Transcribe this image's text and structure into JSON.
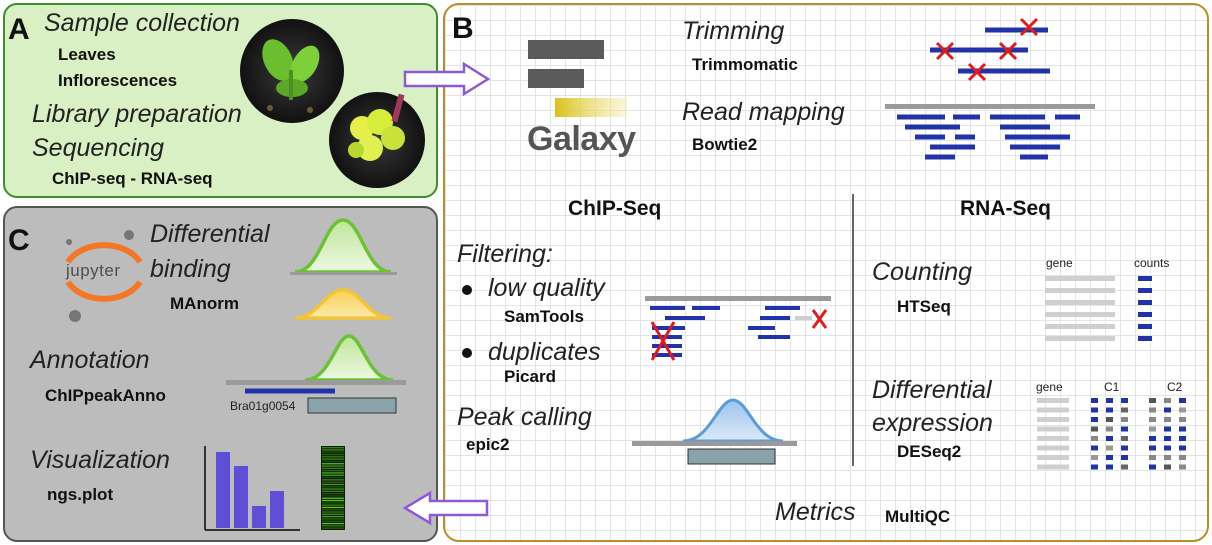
{
  "panel_a": {
    "letter": "A",
    "sample_collection": "Sample collection",
    "leaves": "Leaves",
    "inflorescences": "Inflorescences",
    "library_preparation": "Library preparation",
    "sequencing": "Sequencing",
    "seq_types": "ChIP-seq - RNA-seq"
  },
  "panel_b": {
    "letter": "B",
    "galaxy": "Galaxy",
    "trimming": "Trimming",
    "trimmomatic": "Trimmomatic",
    "read_mapping": "Read mapping",
    "bowtie2": "Bowtie2",
    "chip_seq_heading": "ChIP-Seq",
    "rna_seq_heading": "RNA-Seq",
    "filtering": "Filtering:",
    "low_quality": "low quality",
    "samtools": "SamTools",
    "duplicates": "duplicates",
    "picard": "Picard",
    "peak_calling": "Peak calling",
    "epic2": "epic2",
    "counting": "Counting",
    "htseq": "HTSeq",
    "gene_label": "gene",
    "counts_label": "counts",
    "differential": "Differential",
    "expression": "expression",
    "deseq2": "DESeq2",
    "gene_label_2": "gene",
    "c1": "C1",
    "c2": "C2",
    "metrics": "Metrics",
    "multiqc": "MultiQC"
  },
  "panel_c": {
    "letter": "C",
    "jupyter": "jupyter",
    "differential": "Differential",
    "binding": "binding",
    "manorm": "MAnorm",
    "annotation": "Annotation",
    "chippeakanno": "ChIPpeakAnno",
    "gene_id": "Bra01g0054",
    "visualization": "Visualization",
    "ngsplot": "ngs.plot"
  },
  "colors": {
    "read_blue": "#2233aa",
    "cross_red": "#e01b1b",
    "curve_green": "#6cc236",
    "curve_yellow": "#f2c43a",
    "curve_blue": "#5b9bd8",
    "arrow_purple": "#8c5ad6",
    "bar_purple": "#5f4fd6"
  },
  "icons": [
    "galaxy-logo",
    "jupyter-logo",
    "plant-photo-icon",
    "cross-icon",
    "bullet-icon",
    "arrow-icon"
  ]
}
